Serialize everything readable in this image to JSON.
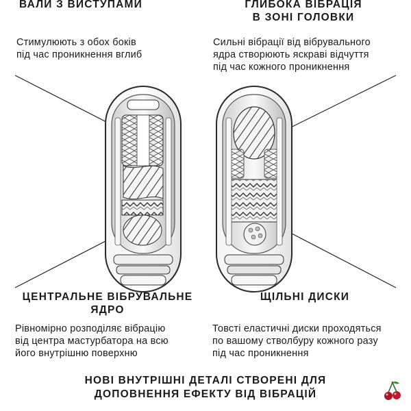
{
  "sections": {
    "top_left": {
      "title": "ВАЛИ З ВИСТУПАМИ",
      "description_lines": [
        "Стимулюють з обох боків",
        "під час проникнення вглиб"
      ]
    },
    "top_right": {
      "title_lines": [
        "ГЛИБОКА ВІБРАЦІЯ",
        "В ЗОНІ ГОЛОВКИ"
      ],
      "description_lines": [
        "Сильні вібрації від вібрувального",
        "ядра створюють яскраві відчуття",
        "під час кожного проникнення"
      ]
    },
    "bottom_left": {
      "title_lines": [
        "ЦЕНТРАЛЬНЕ ВІБРУВАЛЬНЕ",
        "ЯДРО"
      ],
      "description_lines": [
        "Рівномірно розподіляє вібрацію",
        "від центра мастурбатора на всю",
        "його внутрішню поверхню"
      ]
    },
    "bottom_right": {
      "title": "ЩІЛЬНІ ДИСКИ",
      "description_lines": [
        "Товсті еластичні диски проходяться",
        "по вашому стволбуру кожного разу",
        "під час проникнення"
      ]
    }
  },
  "footer_lines": [
    "НОВІ ВНУТРІШНІ ДЕТАЛІ СТВОРЕНІ ДЛЯ",
    "ДОПОВНЕННЯ ЕФЕКТУ ВІД ВІБРАЦІЙ"
  ],
  "icons": {
    "left_device": "sleeve-cross-section-left",
    "right_device": "sleeve-cross-section-right",
    "corner": "cherry-icon"
  },
  "colors": {
    "text": "#1a1a1a",
    "line": "#222222",
    "cherry": "#b0132b"
  }
}
